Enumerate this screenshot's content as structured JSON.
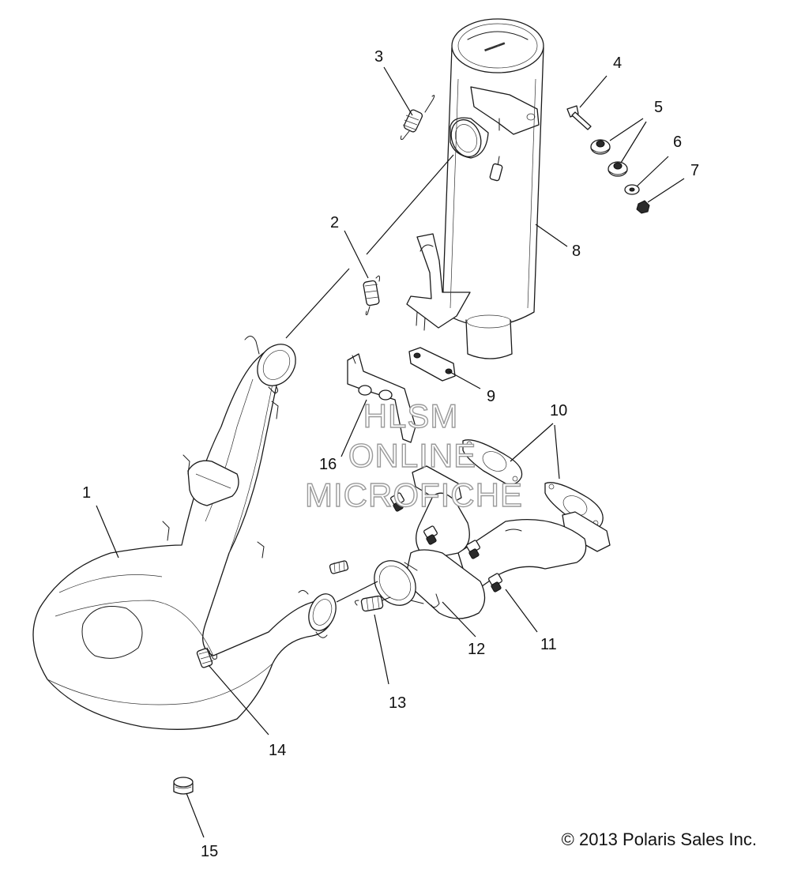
{
  "callouts": [
    {
      "id": "1",
      "label": "1"
    },
    {
      "id": "2",
      "label": "2"
    },
    {
      "id": "3",
      "label": "3"
    },
    {
      "id": "4",
      "label": "4"
    },
    {
      "id": "5",
      "label": "5"
    },
    {
      "id": "6",
      "label": "6"
    },
    {
      "id": "7",
      "label": "7"
    },
    {
      "id": "8",
      "label": "8"
    },
    {
      "id": "9",
      "label": "9"
    },
    {
      "id": "10",
      "label": "10"
    },
    {
      "id": "11",
      "label": "11"
    },
    {
      "id": "12",
      "label": "12"
    },
    {
      "id": "13",
      "label": "13"
    },
    {
      "id": "14",
      "label": "14"
    },
    {
      "id": "15",
      "label": "15"
    },
    {
      "id": "16",
      "label": "16"
    }
  ],
  "watermark": {
    "line1": "HLSM",
    "line2": "ONLINE",
    "line3": "MICROFICHE"
  },
  "copyright": "© 2013 Polaris Sales Inc."
}
